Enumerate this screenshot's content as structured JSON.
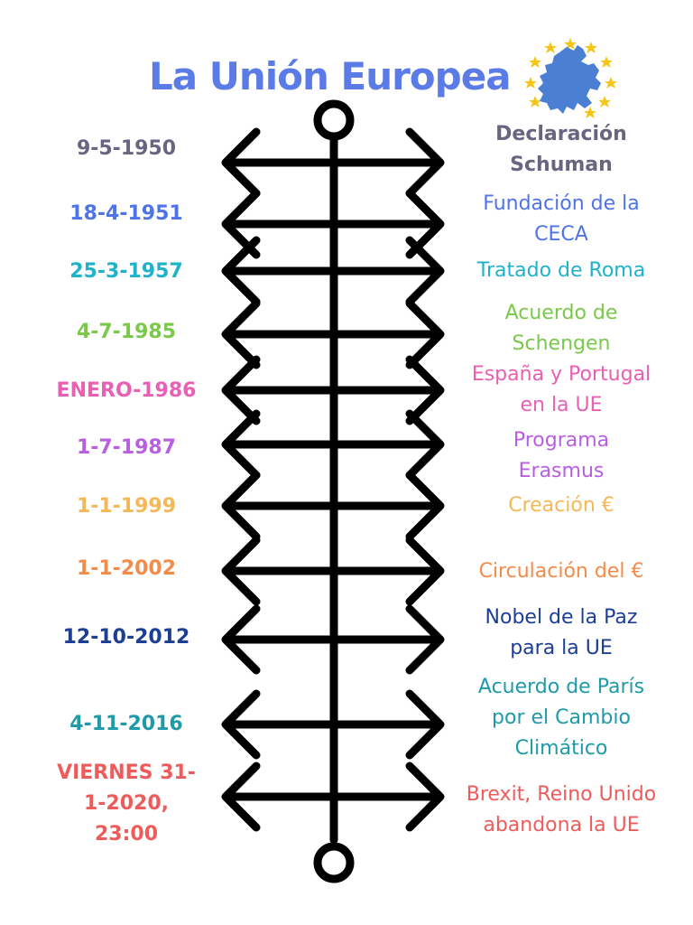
{
  "title": "La Unión Europea",
  "map_icon": "eu-map-with-stars-icon",
  "colors": {
    "title": "#5b7be6",
    "line": "#000000",
    "map_fill": "#4a7fd4",
    "stars": "#f5c518"
  },
  "entries": [
    {
      "date": "9-5-1950",
      "event": "Declaración\nSchuman",
      "color": "#6a6480"
    },
    {
      "date": "18-4-1951",
      "event": "Fundación de la\nCECA",
      "color": "#4f73e8"
    },
    {
      "date": "25-3-1957",
      "event": "Tratado de Roma",
      "color": "#1fb3c9"
    },
    {
      "date": "4-7-1985",
      "event": "Acuerdo de\nSchengen",
      "color": "#7ac94a"
    },
    {
      "date": "ENERO-1986",
      "event": "España y Portugal\nen la UE",
      "color": "#e95fb4"
    },
    {
      "date": "1-7-1987",
      "event": "Programa\nErasmus",
      "color": "#b75fe0"
    },
    {
      "date": "1-1-1999",
      "event": "Creación €",
      "color": "#f4b85a"
    },
    {
      "date": "1-1-2002",
      "event": "Circulación del €",
      "color": "#f28c4a"
    },
    {
      "date": "12-10-2012",
      "event": "Nobel de la Paz\npara la UE",
      "color": "#1c3f94"
    },
    {
      "date": "4-11-2016",
      "event": "Acuerdo de París\npor el Cambio\nClimático",
      "color": "#1f9aa8"
    },
    {
      "date": "VIERNES 31-\n1-2020,\n23:00",
      "event": "Brexit, Reino Unido\nabandona la UE",
      "color": "#ee5b5b"
    }
  ]
}
